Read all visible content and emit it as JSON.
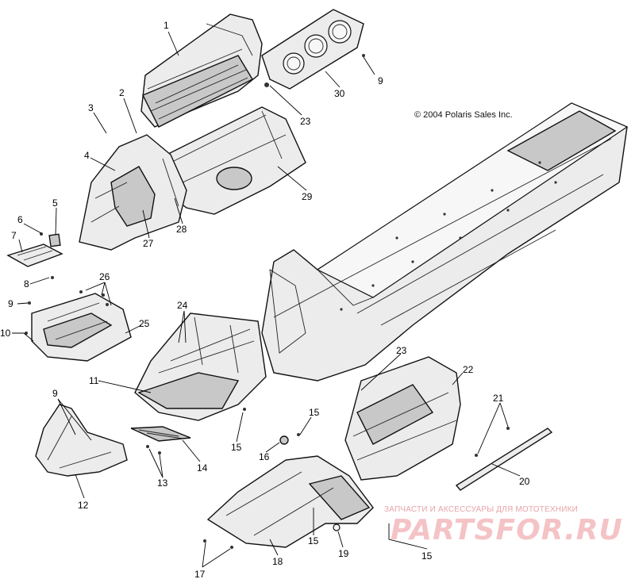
{
  "diagram": {
    "copyright": "© 2004 Polaris Sales Inc.",
    "watermark": {
      "tagline": "ЗАПЧАСТИ И АКСЕССУАРЫ ДЛЯ МОТОТЕХНИКИ",
      "logo": "PARTSFOR.RU"
    },
    "callouts": [
      {
        "label": "1"
      },
      {
        "label": "2"
      },
      {
        "label": "3"
      },
      {
        "label": "4"
      },
      {
        "label": "5"
      },
      {
        "label": "6"
      },
      {
        "label": "7"
      },
      {
        "label": "8"
      },
      {
        "label": "9"
      },
      {
        "label": "9"
      },
      {
        "label": "9"
      },
      {
        "label": "10"
      },
      {
        "label": "11"
      },
      {
        "label": "12"
      },
      {
        "label": "13"
      },
      {
        "label": "14"
      },
      {
        "label": "15"
      },
      {
        "label": "15"
      },
      {
        "label": "15"
      },
      {
        "label": "15"
      },
      {
        "label": "16"
      },
      {
        "label": "17"
      },
      {
        "label": "18"
      },
      {
        "label": "19"
      },
      {
        "label": "20"
      },
      {
        "label": "21"
      },
      {
        "label": "22"
      },
      {
        "label": "23"
      },
      {
        "label": "23"
      },
      {
        "label": "24"
      },
      {
        "label": "25"
      },
      {
        "label": "26"
      },
      {
        "label": "27"
      },
      {
        "label": "28"
      },
      {
        "label": "29"
      },
      {
        "label": "30"
      }
    ]
  }
}
